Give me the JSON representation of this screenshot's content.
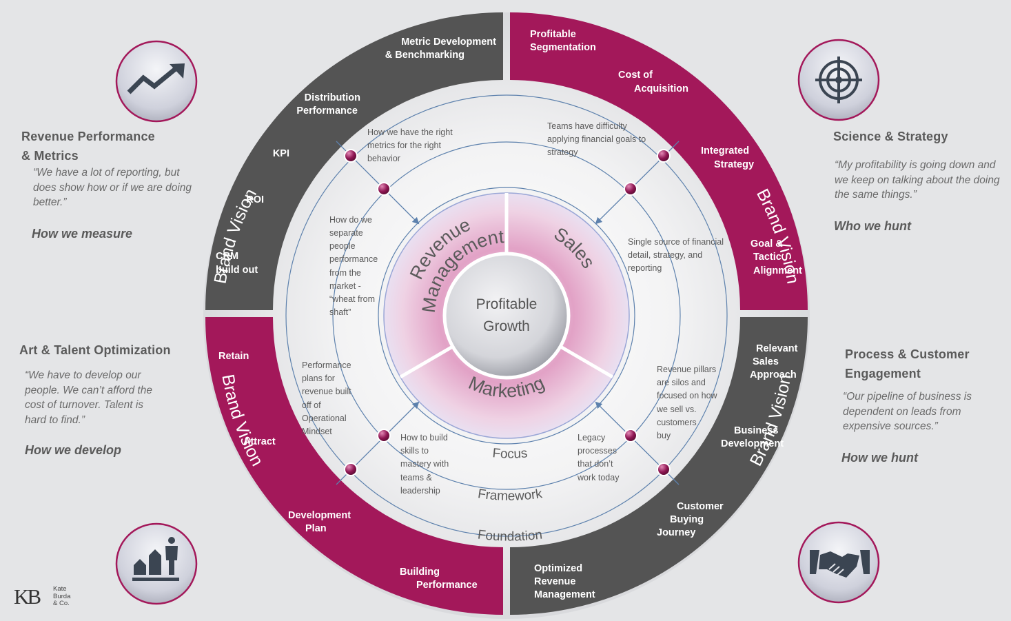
{
  "center": {
    "line1": "Profitable",
    "line2": "Growth"
  },
  "segments": {
    "revenue_management": {
      "line1": "Revenue",
      "line2": "Management"
    },
    "sales": "Sales",
    "marketing": "Marketing"
  },
  "rings": {
    "focus": "Focus",
    "framework": "Framework",
    "foundation": "Foundation"
  },
  "brand_vision": "Brand Vision",
  "quadrants": {
    "top_left": {
      "items": [
        "Metric Development",
        "& Benchmarking",
        "Distribution",
        "Performance",
        "KPI",
        "ROI",
        "CRM",
        "build out"
      ]
    },
    "top_right": {
      "items": [
        "Profitable",
        "Segmentation",
        "Cost of",
        "Acquisition",
        "Integrated",
        "Strategy",
        "Goal &",
        "Tactic",
        "Alignment"
      ]
    },
    "bottom_left": {
      "items": [
        "Retain",
        "Attract",
        "Development",
        "Plan",
        "Building",
        "Performance"
      ]
    },
    "bottom_right": {
      "items": [
        "Relevant",
        "Sales",
        "Approach",
        "Business",
        "Development",
        "Customer",
        "Buying",
        "Journey",
        "Optimized",
        "Revenue",
        "Management"
      ]
    }
  },
  "challenges": {
    "top_left_arc": [
      "How we have the right",
      "metrics for the right",
      "behavior"
    ],
    "top_left_inner": [
      "How do we",
      "separate",
      "people",
      "performance",
      "from the",
      "market -",
      "“wheat from",
      "shaft”"
    ],
    "top_right_arc": [
      "Teams have difficulty",
      "applying financial goals to",
      "strategy"
    ],
    "top_right_inner": [
      "Single source of financial",
      "detail, strategy, and",
      "reporting"
    ],
    "bottom_left_outer": [
      "Performance",
      "plans for",
      "revenue built",
      "off of",
      "Operational",
      "Mindset"
    ],
    "bottom_left_inner": [
      "How to build",
      "skills to",
      "mastery with",
      "teams &",
      "leadership"
    ],
    "bottom_right_outer": [
      "Revenue pillars",
      "are silos and",
      "focused on how",
      "we sell vs.",
      "customers",
      "buy"
    ],
    "bottom_right_inner": [
      "Legacy",
      "processes",
      "that don’t",
      "work today"
    ]
  },
  "panels": {
    "top_left": {
      "title_line1": "Revenue Performance",
      "title_line2": "& Metrics",
      "quote": "“We have a lot of reporting, but does show how or if we are doing better.”",
      "how": "How we measure",
      "icon": "trending-up-icon"
    },
    "top_right": {
      "title": "Science & Strategy",
      "quote": "“My profitability is going down and we keep on talking about the doing the same things.”",
      "how": "Who we hunt",
      "icon": "target-icon"
    },
    "bottom_left": {
      "title": "Art & Talent Optimization",
      "quote": "“We have to develop our people. We can’t afford the cost of turnover. Talent is hard to find.”",
      "how": "How we develop",
      "icon": "growth-person-icon"
    },
    "bottom_right": {
      "title_line1": "Process & Customer",
      "title_line2": "Engagement",
      "quote": "“Our pipeline of business is dependent on leads from expensive sources.”",
      "how": "How we hunt",
      "icon": "handshake-icon"
    }
  },
  "logo": {
    "mark": "KB",
    "line1": "Kate",
    "line2": "Burda",
    "line3": "& Co."
  },
  "colors": {
    "magenta": "#a3185a",
    "dark_gray": "#545454",
    "background": "#e4e5e7",
    "ring_line": "#5d81ad",
    "text_gray": "#5a5a5a"
  }
}
